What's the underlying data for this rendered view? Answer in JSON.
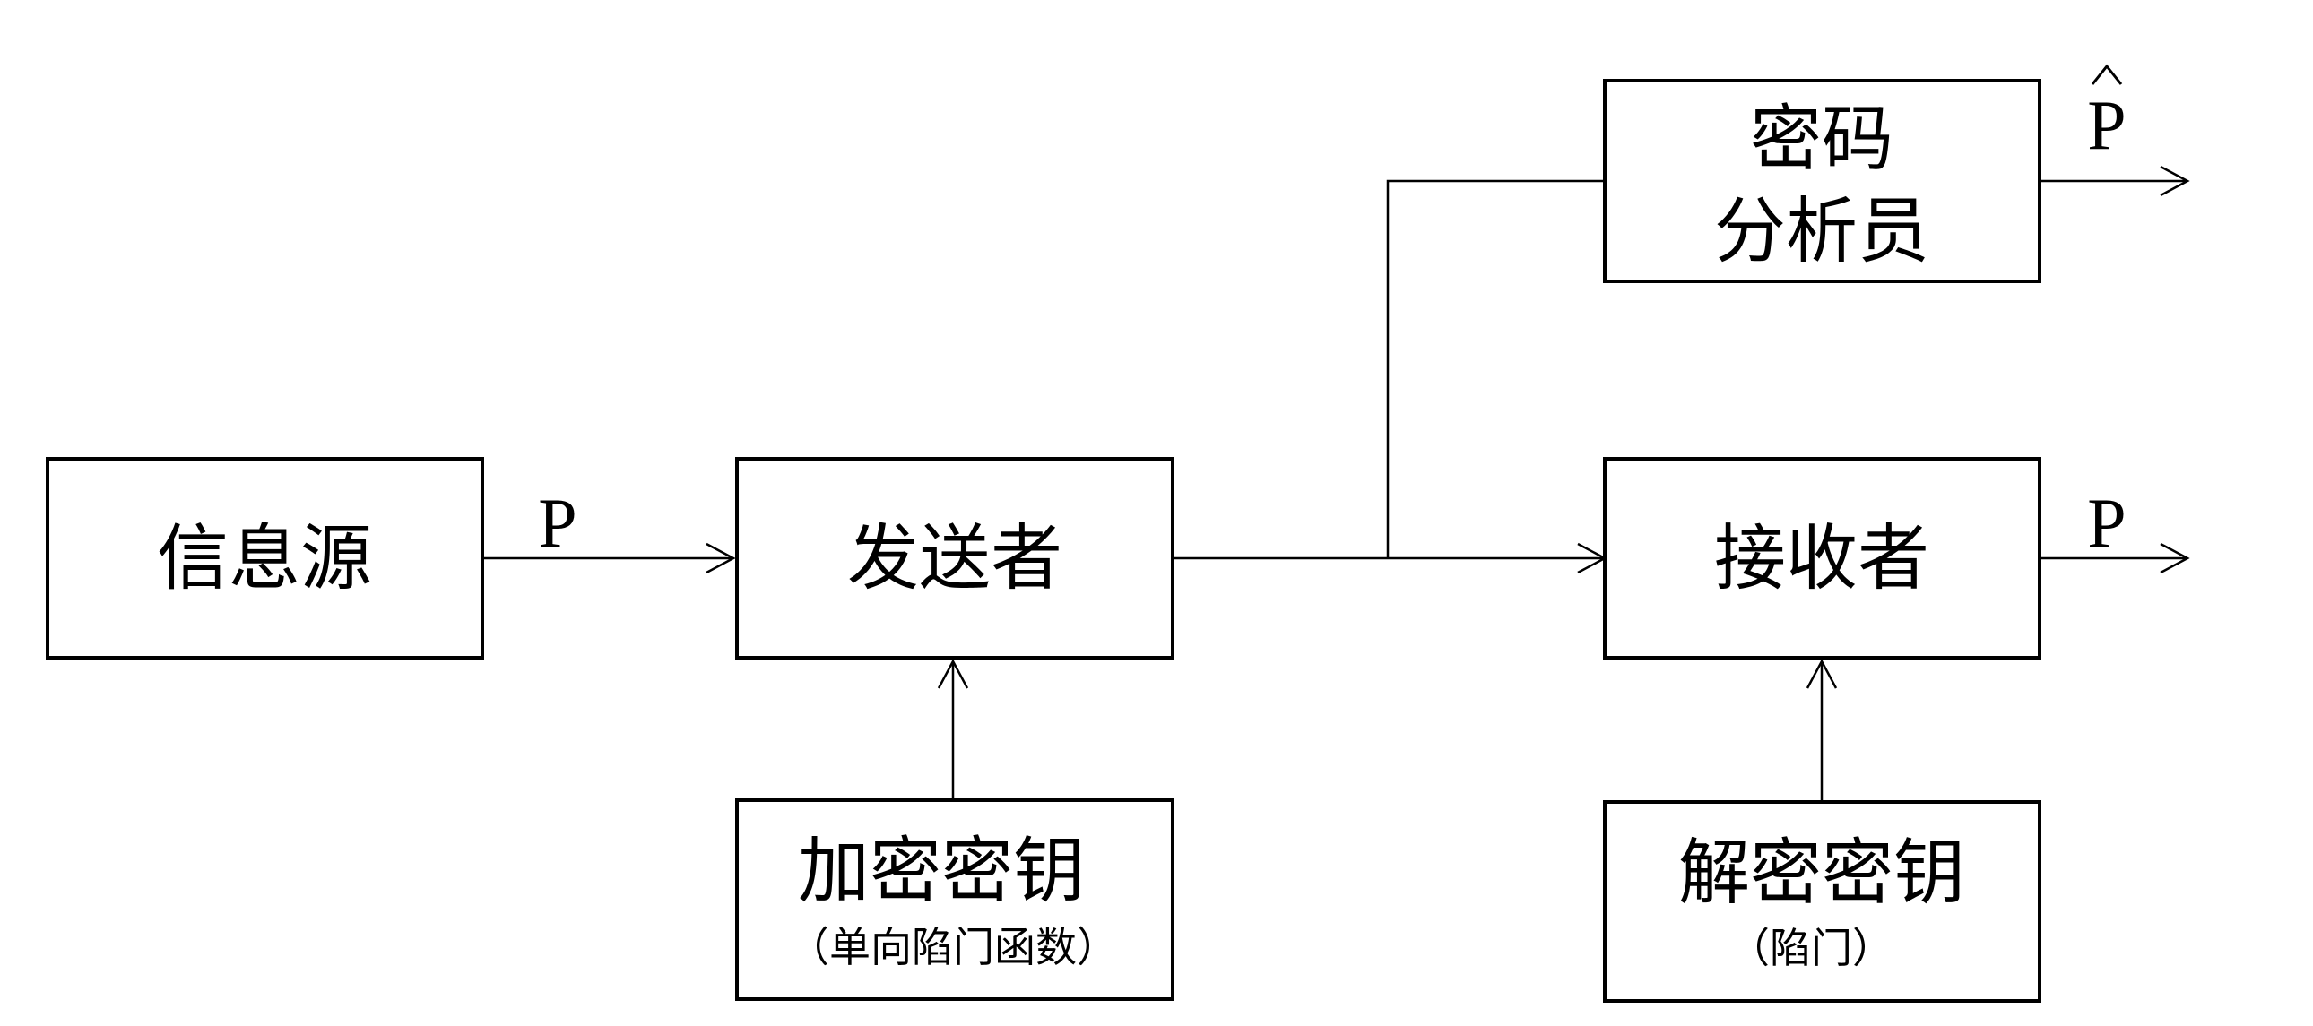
{
  "diagram": {
    "nodes": {
      "source": {
        "label": "信息源"
      },
      "sender": {
        "label": "发送者"
      },
      "receiver": {
        "label": "接收者"
      },
      "analyst": {
        "line1": "密码",
        "line2": "分析员"
      },
      "enc_key": {
        "line1": "加密密钥",
        "line2": "（单向陷门函数）"
      },
      "dec_key": {
        "line1": "解密密钥",
        "line2": "（陷门）"
      }
    },
    "edge_labels": {
      "source_to_sender": "P",
      "receiver_output": "P",
      "analyst_output": "P"
    }
  }
}
